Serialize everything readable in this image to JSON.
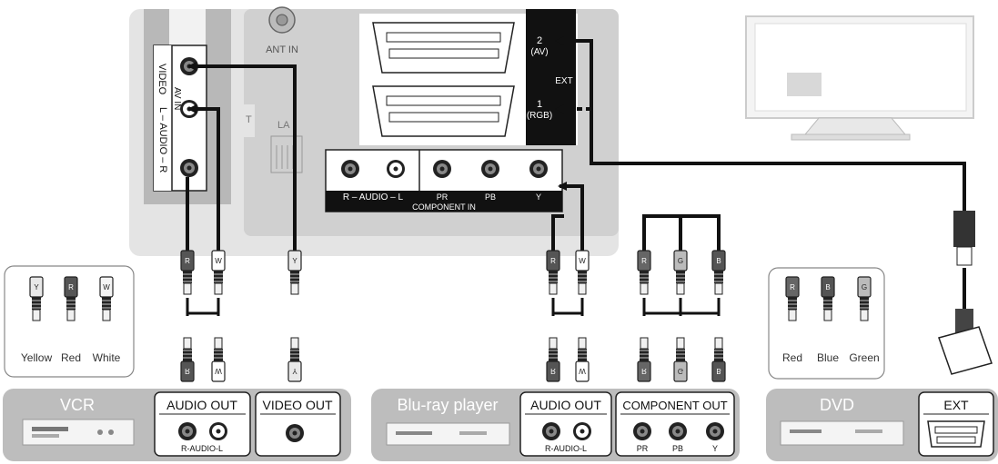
{
  "tv_panel": {
    "av_in": {
      "video": "VIDEO",
      "audio": "L – AUDIO – R",
      "title": "AV IN"
    },
    "ant_in": "ANT IN",
    "lan_partial": "LA",
    "ext": {
      "label": "EXT",
      "port2_num": "2",
      "port2_sub": "(AV)",
      "port1_num": "1",
      "port1_sub": "(RGB)"
    },
    "component_in": {
      "title": "COMPONENT IN",
      "audio_label": "R – AUDIO – L",
      "pr": "PR",
      "pb": "PB",
      "y": "Y"
    }
  },
  "plug_letters": {
    "r": "R",
    "w": "W",
    "y": "Y",
    "g": "G",
    "b": "B"
  },
  "legend_left": {
    "items": [
      {
        "letter": "Y",
        "label": "Yellow",
        "color": "#e8e8e8"
      },
      {
        "letter": "R",
        "label": "Red",
        "color": "#555555"
      },
      {
        "letter": "W",
        "label": "White",
        "color": "#f4f4f4"
      }
    ]
  },
  "legend_right": {
    "items": [
      {
        "letter": "R",
        "label": "Red",
        "color": "#666666"
      },
      {
        "letter": "B",
        "label": "Blue",
        "color": "#555555"
      },
      {
        "letter": "G",
        "label": "Green",
        "color": "#bbbbbb"
      }
    ]
  },
  "devices": {
    "vcr": {
      "name": "VCR",
      "audio_out": "AUDIO OUT",
      "audio_sub": "R-AUDIO-L",
      "video_out": "VIDEO OUT"
    },
    "bluray": {
      "name": "Blu-ray player",
      "audio_out": "AUDIO OUT",
      "audio_sub": "R-AUDIO-L",
      "component_out": "COMPONENT OUT",
      "pr": "PR",
      "pb": "PB",
      "y": "Y"
    },
    "dvd": {
      "name": "DVD",
      "ext": "EXT"
    }
  },
  "colors": {
    "panel_bg": "#e6e6e6",
    "rear_bg": "#cfcfcf",
    "dark": "#1a1a1a",
    "device_band": "#bdbdbd"
  }
}
